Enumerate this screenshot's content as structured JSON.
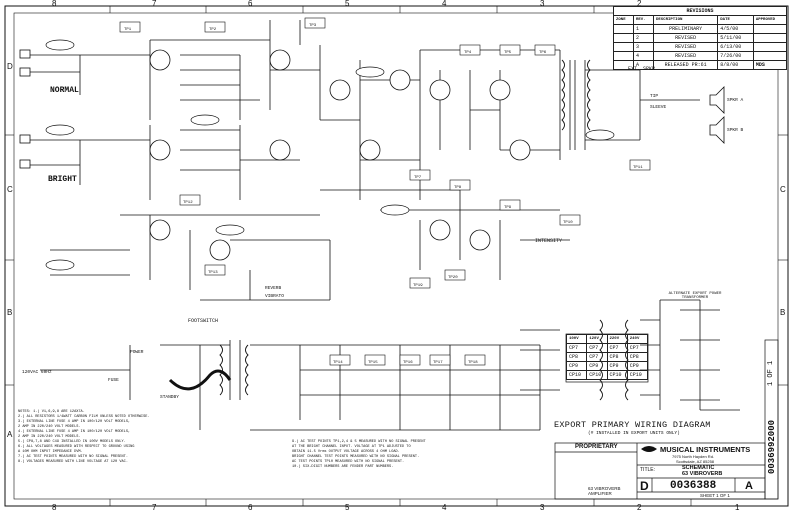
{
  "zones": {
    "columns": [
      "8",
      "7",
      "6",
      "5",
      "4",
      "3",
      "2",
      "1"
    ],
    "rows": [
      "D",
      "C",
      "B",
      "A"
    ]
  },
  "revisions": {
    "title": "REVISIONS",
    "headers": [
      "ZONE",
      "REV.",
      "DESCRIPTION",
      "DATE",
      "APPROVED"
    ],
    "rows": [
      {
        "rev": "1",
        "desc": "PRELIMINARY",
        "date": "4/5/00",
        "appr": ""
      },
      {
        "rev": "2",
        "desc": "REVISED",
        "date": "5/11/00",
        "appr": ""
      },
      {
        "rev": "3",
        "desc": "REVISED",
        "date": "6/13/00",
        "appr": ""
      },
      {
        "rev": "4",
        "desc": "REVISED",
        "date": "7/26/00",
        "appr": ""
      },
      {
        "rev": "A",
        "desc": "RELEASED PR:61",
        "date": "8/8/00",
        "appr": "MDS"
      }
    ]
  },
  "labels": {
    "normal": "NORMAL",
    "bright": "BRIGHT",
    "footswitch": "FOOTSWITCH",
    "intensity": "INTENSITY",
    "ext_spkr": "EXT. SPKR",
    "tip": "TIP",
    "sleeve": "SLEEVE",
    "spkr_a": "SPKR A",
    "spkr_b": "SPKR B",
    "power": "POWER",
    "fuse": "FUSE",
    "mains": "120VAC 60Hz",
    "standby": "STANDBY",
    "reverb": "REVERB",
    "vibrato": "VIBRATO"
  },
  "export_title": "EXPORT PRIMARY WIRING DIAGRAM",
  "export_subtitle": "(# INSTALLED IN EXPORT UNITS ONLY)",
  "alt_export_title": "ALTERNATE EXPORT POWER TRANSFORMER",
  "export_table": {
    "headers": [
      "100V",
      "120V",
      "220V",
      "240V"
    ],
    "rows": [
      [
        "CP7",
        "CP7",
        "CP7",
        "CP7"
      ],
      [
        "CP8",
        "CP7",
        "CP8",
        "CP8"
      ],
      [
        "CP9",
        "CP9",
        "CP9",
        "CP9"
      ],
      [
        "CP10",
        "CP10",
        "CP10",
        "CP10"
      ]
    ]
  },
  "notes": [
    "NOTES: 1.) V1,6,9,8 ARE 12AX7A.",
    "2.) ALL RESISTORS 1/4WATT CARBON FILM UNLESS NOTED OTHERWISE.",
    "3.) EXTERNAL LINE FUSE 4 AMP IN 100/120 VOLT MODELS,",
    "    2 AMP IN 220/240 VOLT MODELS.",
    "4.) EXTERNAL LINE FUSE 4 AMP IN 100/120 VOLT MODELS,",
    "    2 AMP IN 220/240 VOLT MODELS.",
    "5.) CP8,7,8 AND C49 INSTALLED IN 100V MODELS ONLY.",
    "6.) ALL VOLTAGES MEASURED WITH RESPECT TO GROUND USING",
    "    A 10M OHM INPUT IMPEDANCE DVM.",
    "7.) AC TEST POINTS MEASURED WITH NO SIGNAL PRESENT.",
    "8.) VOLTAGES MEASURED WITH LINE VOLTAGE AT 120 VAC."
  ],
  "notes_right": [
    "9.) AC TEST POINTS TP1,2,4 & 5 MEASURED WITH NO SIGNAL PRESENT",
    "    AT THE BRIGHT CHANNEL INPUT. VOLTAGE AT TP1 ADJUSTED TO",
    "    OBTAIN 11.5 Vrms OUTPUT VOLTAGE ACROSS 4 OHM LOAD.",
    "    BRIGHT CHANNEL TEST POINTS MEASURED WITH NO SIGNAL PRESENT.",
    "    AC TEST POINTS TP10 MEASURED WITH NO SIGNAL PRESENT.",
    "10.) SIX-DIGIT NUMBERS ARE FENDER PART NUMBERS."
  ],
  "proprietary": "PROPRIETARY",
  "company": "MUSICAL INSTRUMENTS",
  "address": [
    "7975 North Hayden Rd.",
    "Scottsdale, AZ 85258"
  ],
  "title_label": "TITLE:",
  "title": [
    "SCHEMATIC",
    "63 VIBROVERB"
  ],
  "size": "D",
  "dwg_no": "0036388",
  "rev": "A",
  "sheet": "SHEET 1 OF 1",
  "amplifier": "63 VIBROVERB AMPLIFIER",
  "side_number": "0036992000",
  "side_sheet": "1 OF 1",
  "tp_labels": [
    "TP1",
    "TP2",
    "TP3",
    "TP4",
    "TP5",
    "TP6",
    "TP7",
    "TP8",
    "TP9",
    "TP10",
    "TP11",
    "TP12",
    "TP13",
    "TP14",
    "TP15",
    "TP16",
    "TP17",
    "TP18",
    "TP19",
    "TP20"
  ]
}
